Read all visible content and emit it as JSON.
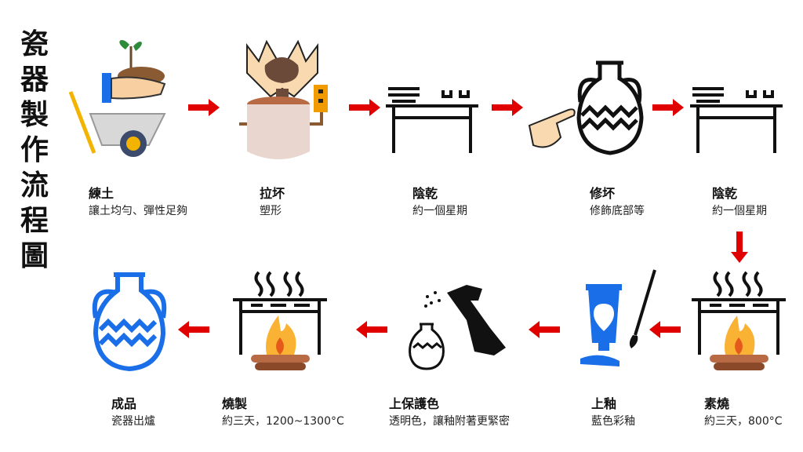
{
  "title": "瓷器製作流程圖",
  "colors": {
    "arrow": "#e00000",
    "blue": "#1a6ee8",
    "black": "#111111"
  },
  "steps": [
    {
      "name": "練土",
      "desc": "讓土均勻、彈性足夠",
      "icon": "wheelbarrow-clay-icon"
    },
    {
      "name": "拉坏",
      "desc": "塑形",
      "icon": "hands-throwing-clay-icon"
    },
    {
      "name": "陰乾",
      "desc": "約一個星期",
      "icon": "drying-table-icon"
    },
    {
      "name": "修坏",
      "desc": "修飾底部等",
      "icon": "finger-vase-icon"
    },
    {
      "name": "陰乾",
      "desc": "約一個星期",
      "icon": "drying-table-icon"
    },
    {
      "name": "素燒",
      "desc": "約三天，800°C",
      "icon": "fire-grill-icon"
    },
    {
      "name": "上釉",
      "desc": "藍色彩釉",
      "icon": "paint-tube-brush-icon"
    },
    {
      "name": "上保護色",
      "desc": "透明色，讓釉附著更緊密",
      "icon": "spray-vase-icon"
    },
    {
      "name": "燒製",
      "desc": "約三天，1200~1300°C",
      "icon": "fire-grill-icon"
    },
    {
      "name": "成品",
      "desc": "瓷器出爐",
      "icon": "blue-vase-icon"
    }
  ]
}
